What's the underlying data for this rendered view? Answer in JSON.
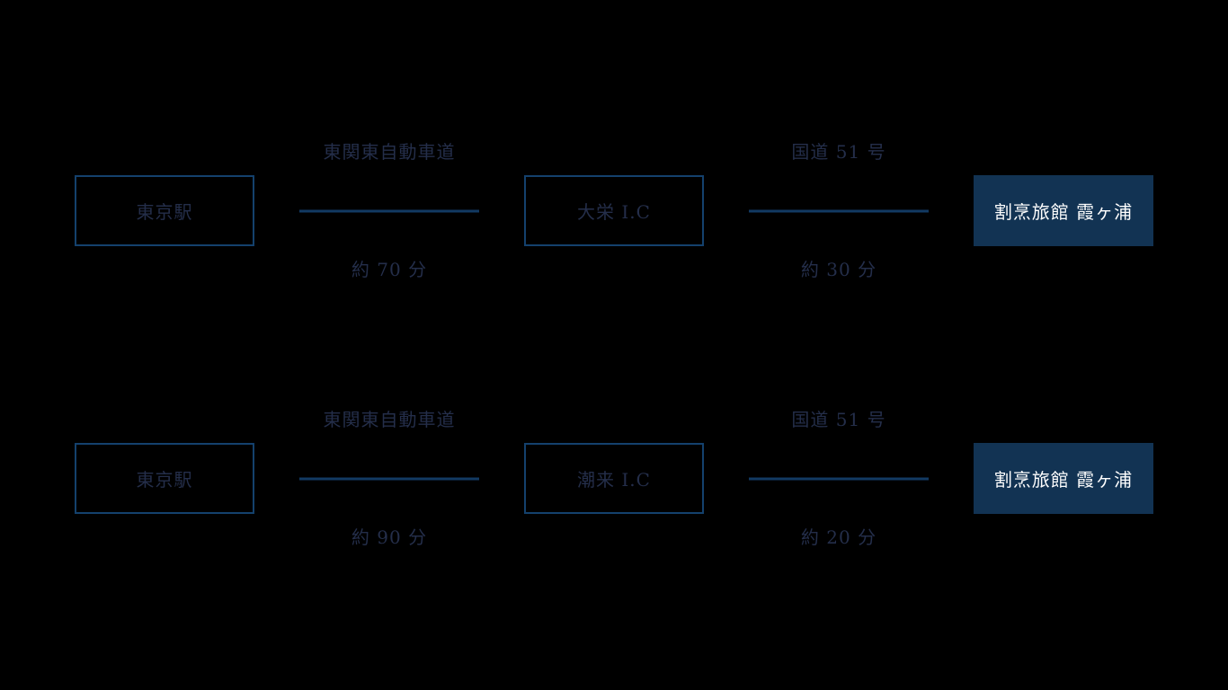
{
  "colors": {
    "background": "#000000",
    "line": "#123a63",
    "box_border": "#14416d",
    "box_fill": "#123353",
    "dark_text": "#242e4a",
    "light_text": "#ffffff"
  },
  "routes": [
    {
      "origin": {
        "label": "東京駅"
      },
      "waypoint": {
        "label": "大栄 I.C"
      },
      "destination": {
        "label": "割烹旅館 霞ヶ浦"
      },
      "legs": [
        {
          "road": "東関東自動車道",
          "duration": "約 70 分"
        },
        {
          "road": "国道 51 号",
          "duration": "約 30 分"
        }
      ]
    },
    {
      "origin": {
        "label": "東京駅"
      },
      "waypoint": {
        "label": "潮来 I.C"
      },
      "destination": {
        "label": "割烹旅館 霞ヶ浦"
      },
      "legs": [
        {
          "road": "東関東自動車道",
          "duration": "約 90 分"
        },
        {
          "road": "国道 51 号",
          "duration": "約 20 分"
        }
      ]
    }
  ]
}
